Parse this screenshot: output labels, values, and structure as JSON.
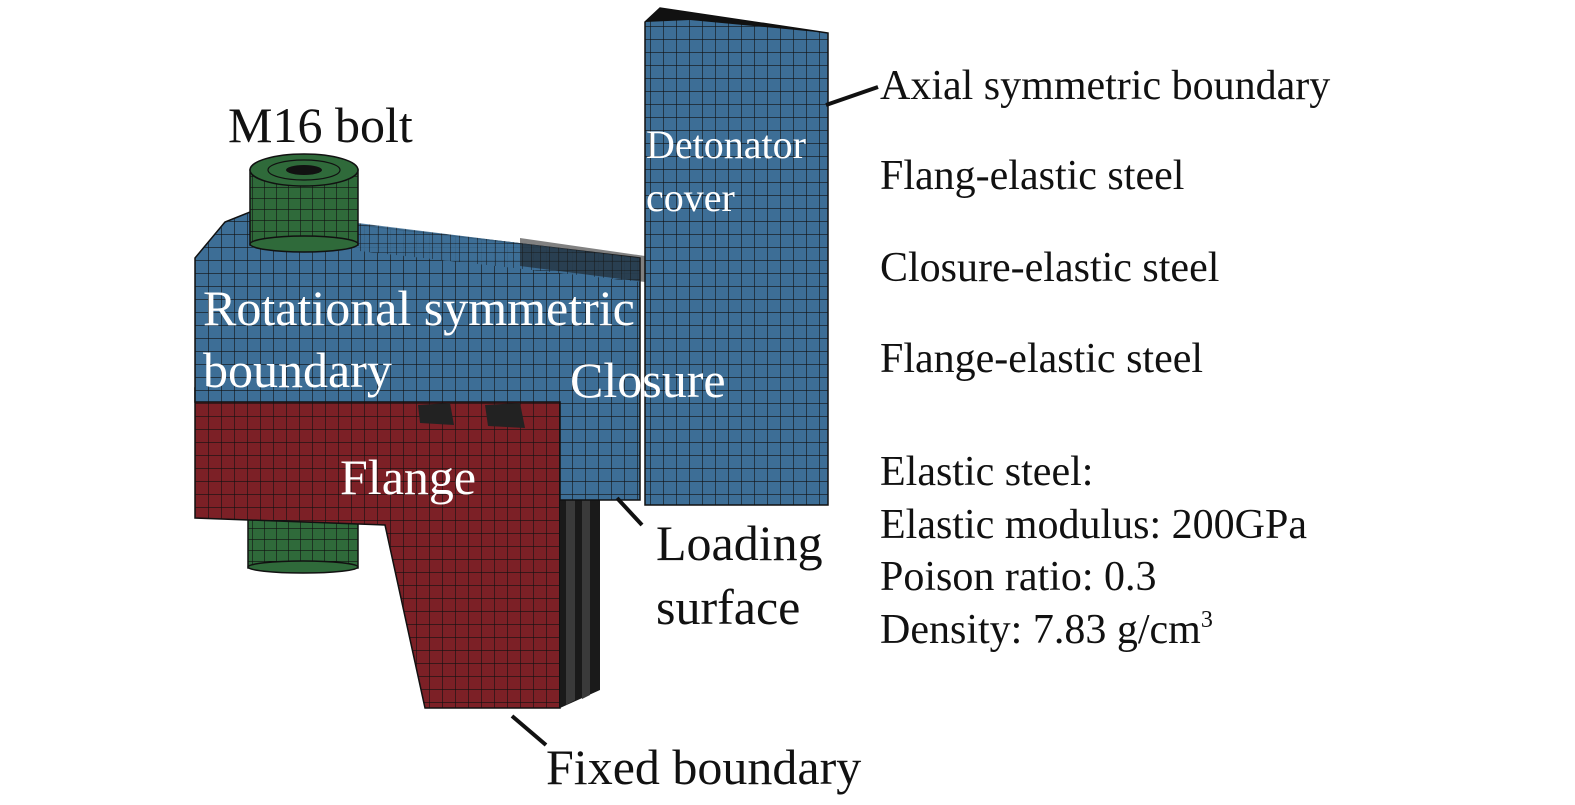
{
  "figure": {
    "labels": {
      "bolt": "M16 bolt",
      "detonator_cover_line1": "Detonator",
      "detonator_cover_line2": "cover",
      "rotational_line1": "Rotational symmetric",
      "rotational_line2": "boundary",
      "closure": "Closure",
      "flange": "Flange",
      "loading_line1": "Loading",
      "loading_line2": "surface",
      "fixed_boundary": "Fixed boundary",
      "axial_boundary": "Axial symmetric boundary"
    },
    "materials": [
      "Flang-elastic steel",
      "Closure-elastic steel",
      "Flange-elastic steel"
    ],
    "properties": {
      "heading": "Elastic steel:",
      "modulus": "Elastic modulus: 200GPa",
      "poisson": "Poison ratio: 0.3",
      "density": "Density: 7.83 g/cm",
      "density_exponent": "3"
    },
    "colors": {
      "closure_mesh": "#3d6e96",
      "flange_mesh": "#7c2026",
      "bolt_mesh": "#2f6a3a",
      "mesh_lines": "#111111",
      "label_on_mesh": "#ffffff",
      "label_text": "#111111"
    }
  }
}
